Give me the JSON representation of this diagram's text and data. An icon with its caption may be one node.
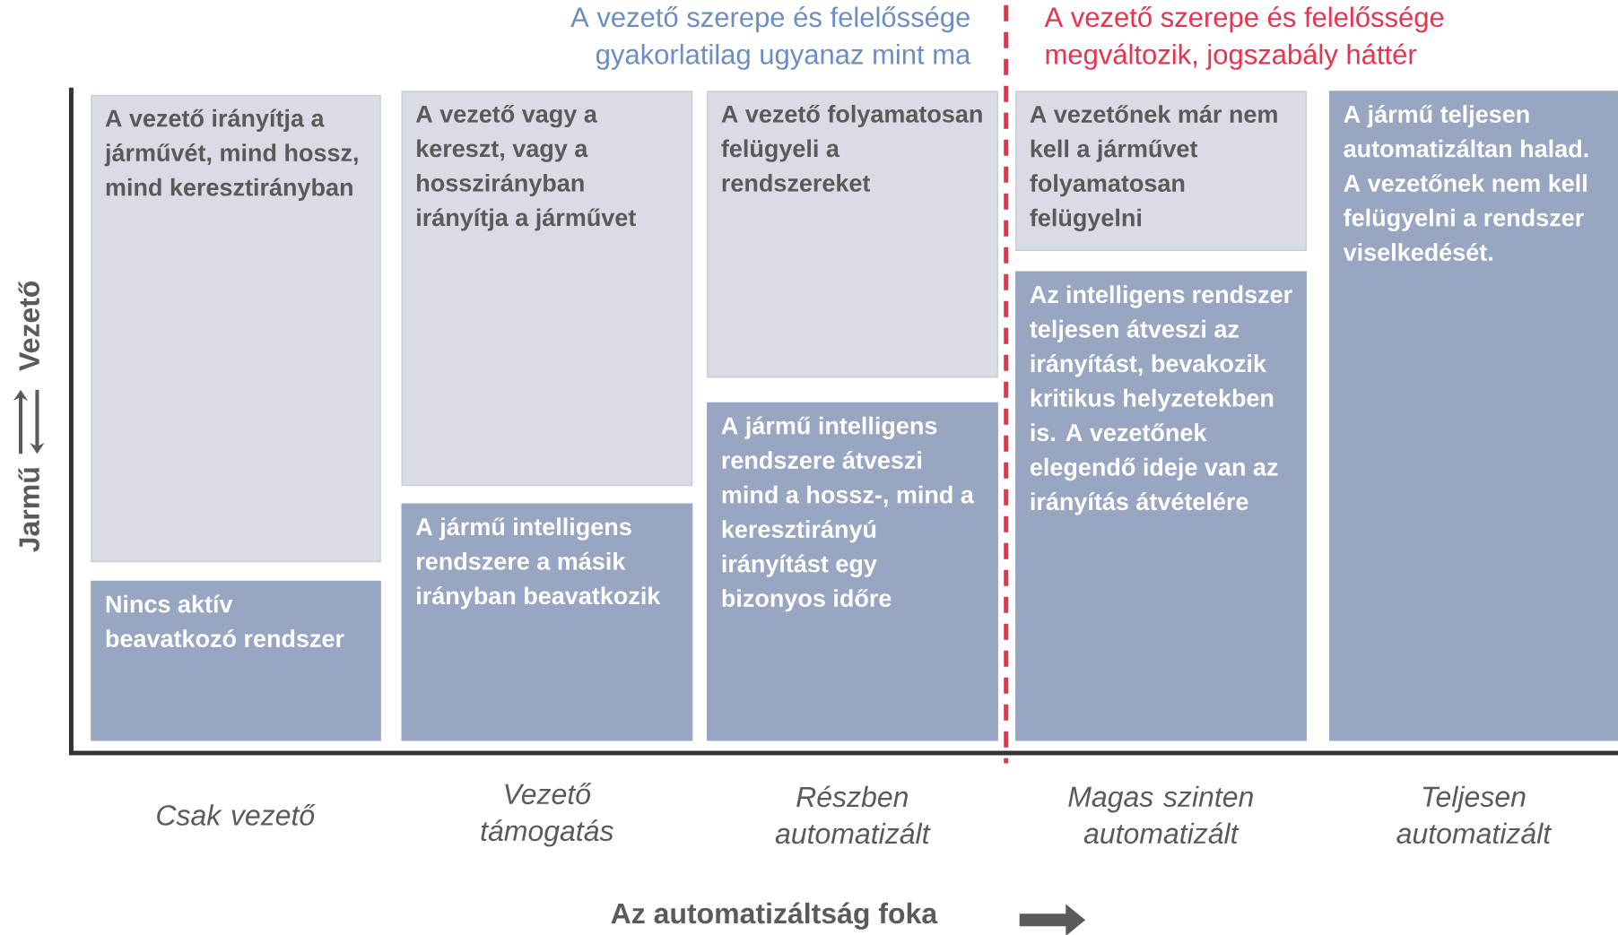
{
  "diagram": {
    "nodes": [
      {
        "text": [
          "A vezető irányítja a járművét, mind hossz, mind keresztirányban"
        ]
      },
      {
        "text": [
          "Nincs aktív beavatkozó rendszer"
        ]
      },
      {
        "text": [
          "A vezető vagy a kereszt, vagy a hosszirányban irányítja a járművet"
        ]
      },
      {
        "text": [
          "A jármű intelligens rendszere a másik irányban beavatkozik"
        ]
      },
      {
        "text": [
          "A vezető folyamatosan felügyeli a rendszereket"
        ]
      },
      {
        "text": [
          "A jármű intelligens rendszere átveszi mind a hossz-, mind a keresztirányú irányítást egy bizonyos időre"
        ]
      },
      {
        "text": [
          "A vezetőnek már nem kell a járművet folyamatosan felügyelni"
        ]
      },
      {
        "text": [
          "Az intelligens rendszer teljesen átveszi az irányítást, bevakozik kritikus helyzetekben is. A vezetőnek elegendő ideje van az irányítás átvételére"
        ]
      },
      {
        "text": [
          "A jármű teljesen automatizáltan halad. A vezetőnek nem kell felügyelni a rendszer viselkedését."
        ]
      }
    ],
    "labels": [
      "A vezető szerepe és felelőssége gyakorlatilag ugyanaz mint ma",
      "A vezető szerepe és felelőssége megváltozik, jogszabály háttér",
      "Vezető",
      "Jarmű",
      "Csak vezető",
      "Vezető támogatás",
      "Részben automatizált",
      "Magas szinten automatizált",
      "Teljesen automatizált",
      "Az automatizáltság foka"
    ]
  }
}
